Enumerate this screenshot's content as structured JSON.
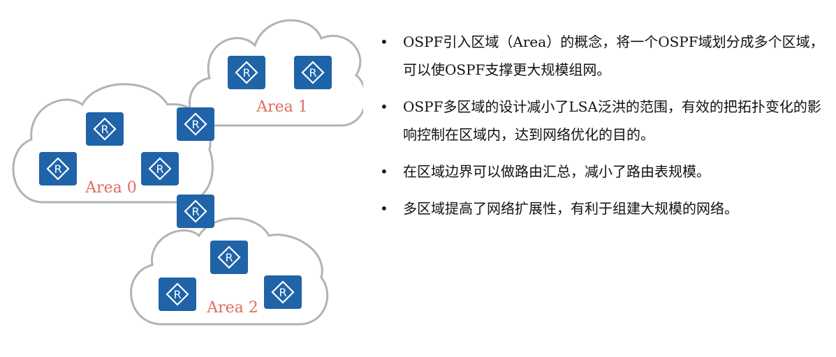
{
  "areas": [
    {
      "id": "area1",
      "label": "Area 1"
    },
    {
      "id": "area0",
      "label": "Area 0"
    },
    {
      "id": "area2",
      "label": "Area 2"
    }
  ],
  "router_symbol": "R",
  "router_icon": "router-icon",
  "colors": {
    "router": "#1f63a8",
    "area_label": "#e06b5d",
    "cloud_outline": "#b3b3b3"
  },
  "bullets": [
    "OSPF引入区域（Area）的概念，将一个OSPF域划分成多个区域，可以使OSPF支撑更大规模组网。",
    "OSPF多区域的设计减小了LSA泛洪的范围，有效的把拓扑变化的影响控制在区域内，达到网络优化的目的。",
    "在区域边界可以做路由汇总，减小了路由表规模。",
    "多区域提高了网络扩展性，有利于组建大规模的网络。"
  ]
}
